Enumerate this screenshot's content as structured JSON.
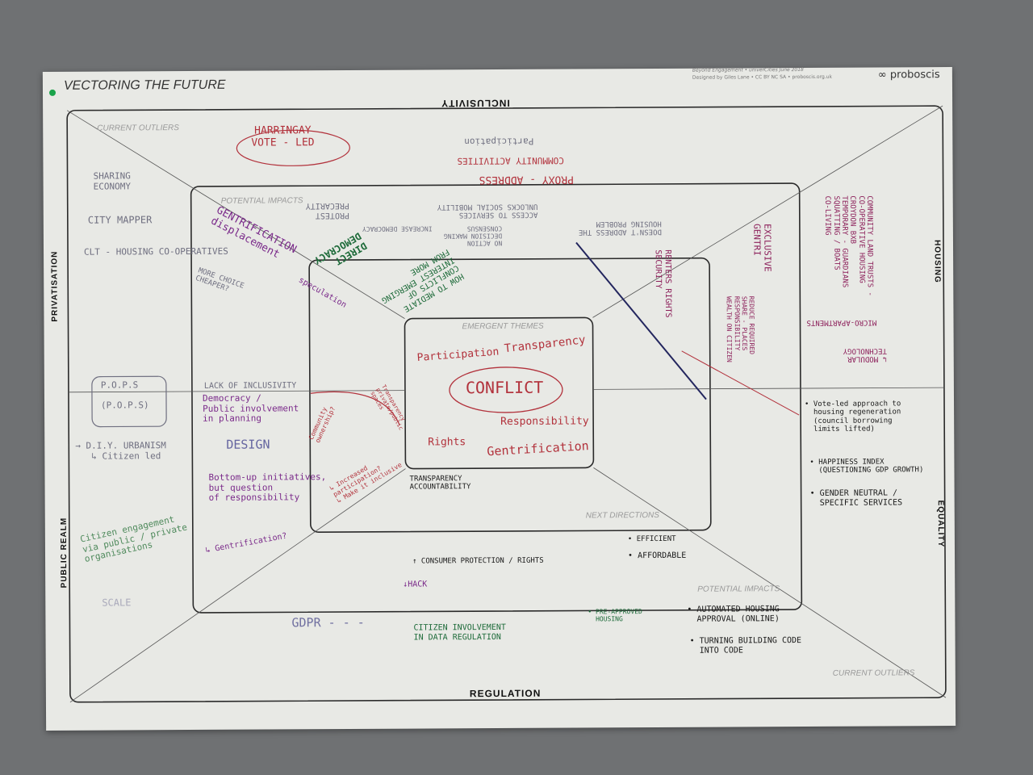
{
  "poster": {
    "title": "VECTORING THE FUTURE",
    "credit_line1": "Beyond Engagement • univerCities June 2018",
    "credit_line2": "Designed by Giles Lane • CC BY NC SA • proboscis.org.uk",
    "brand": "proboscis",
    "axes": {
      "top": "INCLUSIVITY",
      "bottom": "REGULATION",
      "left_top": "PRIVATISATION",
      "left_bottom": "PUBLIC REALM",
      "right_top": "HOUSING",
      "right_bottom": "EQUALITY"
    },
    "zones": {
      "current_outliers": "CURRENT OUTLIERS",
      "potential_impacts": "POTENTIAL IMPACTS",
      "next_directions": "NEXT DIRECTIONS",
      "emergent_themes": "EMERGENT THEMES"
    },
    "colors": {
      "wall": "#6f7173",
      "paper": "#e8e9e5",
      "red": "#b2323c",
      "green": "#1e6b3a",
      "purple": "#7a2a8a",
      "magenta": "#8c1f5a"
    }
  },
  "notes": {
    "harringay": "HARRINGAY\nVOTE - LED",
    "participation_top": "Participation",
    "community_activities": "COMMUNITY ACTIVITIES",
    "proxy_address": "PROXY - ADDRESS",
    "access_services": "ACCESS TO SERVICES\nUNLOCKS SOCIAL MOBILITY",
    "doesnt_address": "DOESN'T ADDRESS THE\nHOUSING PROBLEM",
    "protest": "PROTEST\nPRECARITY",
    "increase_democracy": "INCREASE DEMOCRACY",
    "no_action": "NO ACTION\nDECISION MAKING\nCONSENSUS",
    "gentrification": "GENTRIFICATION\ndisplacement",
    "more_choice": "MORE CHOICE\nCHEAPER?",
    "speculation": "speculation",
    "direct_democracy": "DIRECT\nDEMOCRACY",
    "how_to_mediate": "HOW TO MEDIATE\nCONFLICTS OF\nINTEREST EMERGING\nFROM MORE",
    "sharing_economy": "SHARING\nECONOMY",
    "city_mapper": "CITY MAPPER",
    "clt_housing": "CLT - HOUSING CO-OPERATIVES",
    "pops": "P.O.P.S\n\n(P.O.P.S)",
    "diy_urbanism": "→ D.I.Y. URBANISM\n   ↳ Citizen led",
    "citizen_engagement": "Citizen engagement\nvia public / private\norganisations",
    "scale": "SCALE",
    "gdpr": "GDPR - - -",
    "lack_inclusivity": "LACK OF INCLUSIVITY",
    "democracy_public": "Democracy /\nPublic involvement\nin planning",
    "design": "DESIGN",
    "bottom_up": "Bottom-up initiatives,\nbut question\nof responsibility",
    "gentrification_q": "↳ Gentrification?",
    "community_ownership": "Community\nownership?",
    "increased_participation": "↳ Increased\nparticipation?\n↳ Make it inclusive",
    "transparency_private": "Transparency\nprivate/public\nspaces",
    "transparency_accountability": "TRANSPARENCY\nACCOUNTABILITY",
    "theme_participation": "Participation",
    "theme_transparency": "Transparency",
    "theme_conflict": "CONFLICT",
    "theme_responsibility": "Responsibility",
    "theme_rights": "Rights",
    "theme_gentrification": "Gentrification",
    "renters_rights": "RENTERS RIGHTS\nSECURITY",
    "exclusive_gentri": "EXCLUSIVE\nGENTRI",
    "reduce_required": "REDUCE REQUIRED\nSHARE - PLACES\nRESPONSIBILITY\nWEALTH ON CITIZEN",
    "community_land_trusts": "COMMUNITY LAND TRUSTS -\nCO-OPERATIVE HOUSING\nCROYDON BXB\nTEMPORARY - GUARDIANS\nSQUATTING / BOATS\nCO-LIVING",
    "micro_apartments": "MICRO-APARTMENTS",
    "modular_technology": "↳ MODULAR\nTECHNOLOGY",
    "vote_led_approach": "• Vote-led approach to\n  housing regeneration\n  (council borrowing\n  limits lifted)",
    "happiness_index": "• HAPPINESS INDEX\n  (QUESTIONING GDP GROWTH)",
    "gender_neutral": "• GENDER NEUTRAL /\n  SPECIFIC SERVICES",
    "efficient": "• EFFICIENT",
    "affordable": "• AFFORDABLE",
    "consumer_protection": "↑ CONSUMER PROTECTION / RIGHTS",
    "hack": "↓HACK",
    "citizen_involvement": "CITIZEN INVOLVEMENT\nIN DATA REGULATION",
    "pre_approved": "• PRE-APPROVED\n  HOUSING",
    "automated_housing": "• AUTOMATED HOUSING\n  APPROVAL (ONLINE)",
    "turning_building_code": "• TURNING BUILDING CODE\n  INTO CODE"
  }
}
